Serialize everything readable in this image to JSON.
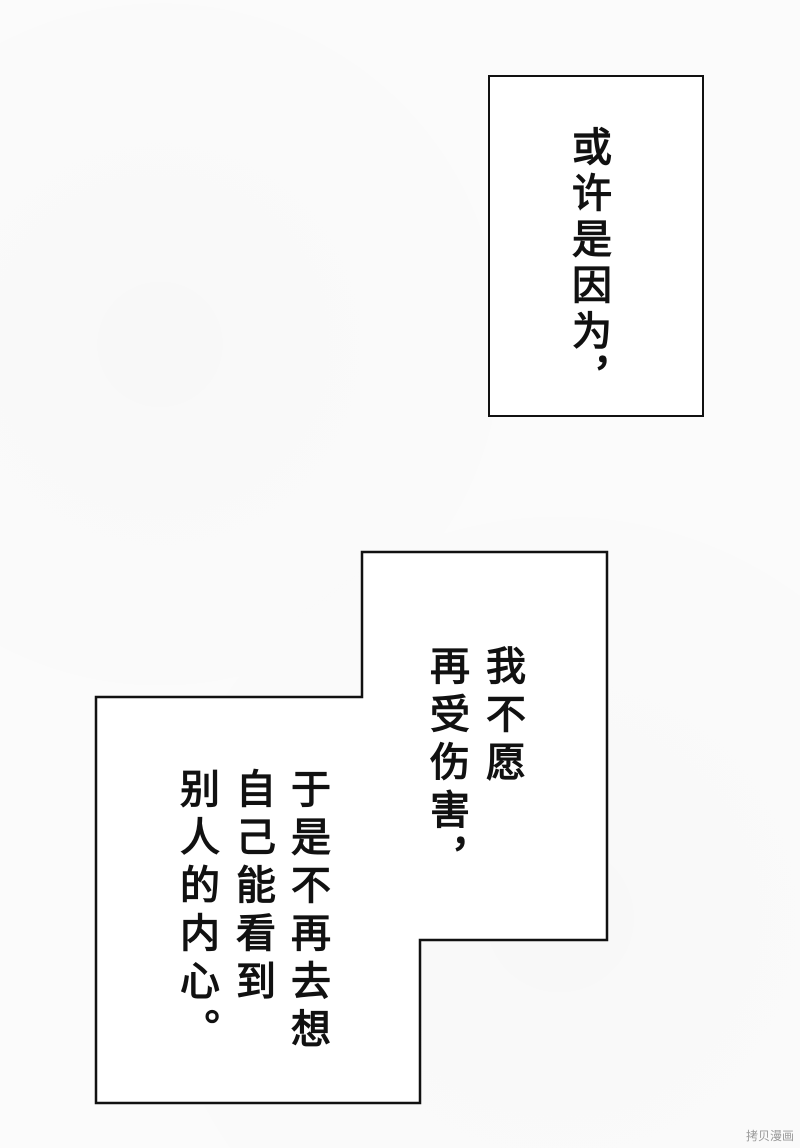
{
  "caption_1": {
    "text": "或许是因为，"
  },
  "caption_2": {
    "lines": [
      "我不愿",
      "再受伤害，",
      "于是不再去想",
      "自己能看到",
      "别人的内心。"
    ]
  },
  "watermark": {
    "text": "拷贝漫画"
  }
}
